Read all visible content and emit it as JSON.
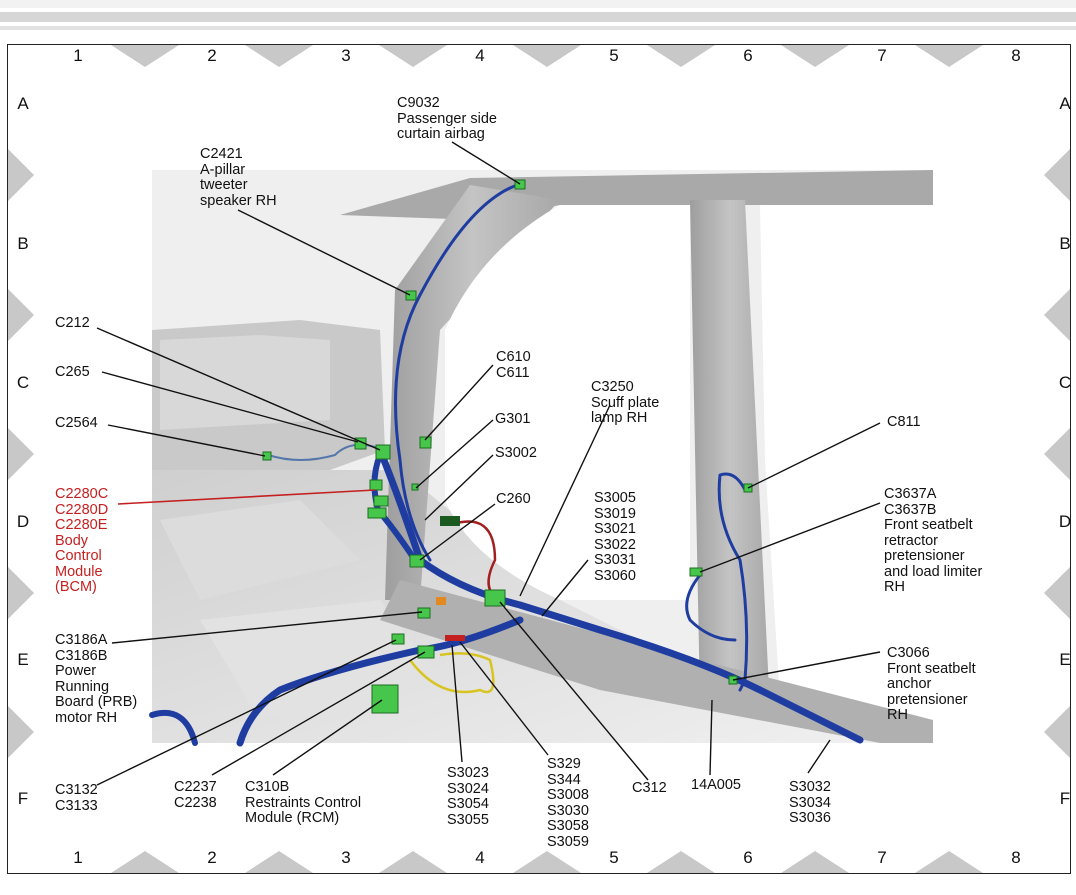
{
  "grid": {
    "columns": [
      "1",
      "2",
      "3",
      "4",
      "5",
      "6",
      "7",
      "8"
    ],
    "rows": [
      "A",
      "B",
      "C",
      "D",
      "E",
      "F"
    ]
  },
  "labels": {
    "c9032": "C9032\nPassenger side\ncurtain airbag",
    "c2421": "C2421\nA-pillar\ntweeter\nspeaker RH",
    "c212": "C212",
    "c265": "C265",
    "c2564": "C2564",
    "c2280": "C2280C\nC2280D\nC2280E\nBody\nControl\nModule\n(BCM)",
    "c610": "C610\nC611",
    "g301": "G301",
    "s3002": "S3002",
    "c260": "C260",
    "c3250": "C3250\nScuff plate\nlamp RH",
    "s3005": "S3005\nS3019\nS3021\nS3022\nS3031\nS3060",
    "c811": "C811",
    "c3637": "C3637A\nC3637B\nFront seatbelt\nretractor\npretensioner\nand load limiter\nRH",
    "c3186": "C3186A\nC3186B\nPower\nRunning\nBoard (PRB)\nmotor RH",
    "c3066": "C3066\nFront seatbelt\nanchor\npretensioner\nRH",
    "c3132": "C3132\nC3133",
    "c2237": "C2237\nC2238",
    "c310b": "C310B\nRestraints Control\nModule (RCM)",
    "s3023": "S3023\nS3024\nS3054\nS3055",
    "s329": "S329\nS344\nS3008\nS3030\nS3058\nS3059",
    "c312": "C312",
    "h14a005": "14A005",
    "s3032": "S3032\nS3034\nS3036"
  },
  "colors": {
    "harness": "#1f3da0",
    "connector": "#46c64a",
    "callout_bcm": "#c42020",
    "body_panel": "#b9b9b9",
    "floor": "#e6e6e6",
    "border_marker": "#c8c8c8"
  }
}
